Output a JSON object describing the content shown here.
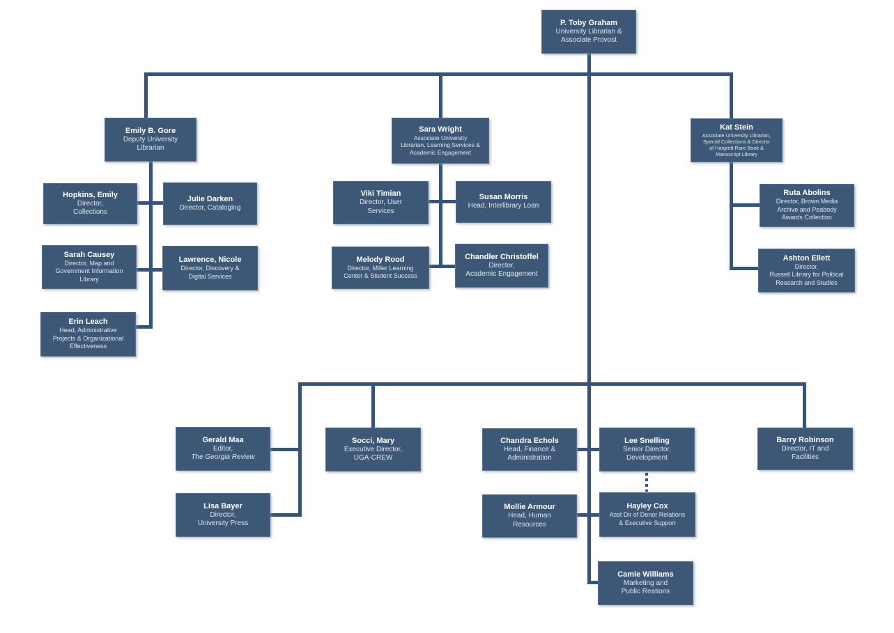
{
  "diagram": {
    "type": "org-chart",
    "background": "#ffffff",
    "colors": {
      "box_fill": "#3d5876",
      "box_border": "#55708f",
      "connector_line": "#35537f",
      "name_text": "#ffffff",
      "title_text": "#dfe6ef"
    }
  },
  "nodes": {
    "toby": {
      "name": "P. Toby Graham",
      "title": "University Librarian &\nAssociate Provost"
    },
    "emily": {
      "name": "Emily B. Gore",
      "title": "Deputy University\nLibrarian"
    },
    "hopkins": {
      "name": "Hopkins, Emily",
      "title": "Director,\nCollections"
    },
    "julie": {
      "name": "Julie Darken",
      "title": "Director, Cataloging"
    },
    "sarah": {
      "name": "Sarah Causey",
      "title": "Director, Map and\nGovernment Information\nLibrary"
    },
    "lawrence": {
      "name": "Lawrence, Nicole",
      "title": "Director, Discovery &\nDigital Services"
    },
    "erin": {
      "name": "Erin Leach",
      "title": "Head, Administrative\nProjects & Organizational\nEffectiveness"
    },
    "sara": {
      "name": "Sara Wright",
      "title": "Associate University\nLibrarian, Learning Services &\nAcademic Engagement"
    },
    "viki": {
      "name": "Viki Timian",
      "title": "Director, User\nServices"
    },
    "susan": {
      "name": "Susan Morris",
      "title": "Head, Interlibrary Loan"
    },
    "melody": {
      "name": "Melody Rood",
      "title": "Director, Miller Learning\nCenter & Student Success"
    },
    "chandler": {
      "name": "Chandler Christoffel",
      "title": "Director,\nAcademic Engagement"
    },
    "kat": {
      "name": "Kat Stein",
      "title": "Associate University Librarian,\nSpecial Collections & Director\nof Hargrett Rare Book &\nManuscript Library"
    },
    "ruta": {
      "name": "Ruta Abolins",
      "title": "Director, Brown Media\nArchive and Peabody\nAwards Collection"
    },
    "ashton": {
      "name": "Ashton Ellett",
      "title": "Director,\nRussell Library for Political\nResearch and Studies"
    },
    "gerald": {
      "name": "Gerald Maa",
      "title": "Editor,",
      "title_italic": "The Georgia Review"
    },
    "socci": {
      "name": "Socci, Mary",
      "title": "Executive Director,\nUGA-CREW"
    },
    "chandra": {
      "name": "Chandra Echols",
      "title": "Head, Finance &\nAdministration"
    },
    "lee": {
      "name": "Lee Snelling",
      "title": "Senior Director,\nDevelopment"
    },
    "barry": {
      "name": "Barry Robinson",
      "title": "Director, IT and\nFacilities"
    },
    "lisa": {
      "name": "Lisa Bayer",
      "title": "Director,\nUniversity Press"
    },
    "mollie": {
      "name": "Mollie Armour",
      "title": "Head, Human\nResources"
    },
    "hayley": {
      "name": "Hayley Cox",
      "title": "Asst Dir of Donor Relations\n& Executive Support"
    },
    "camie": {
      "name": "Camie Williams",
      "title": "Marketing and\nPublic Reations"
    }
  }
}
